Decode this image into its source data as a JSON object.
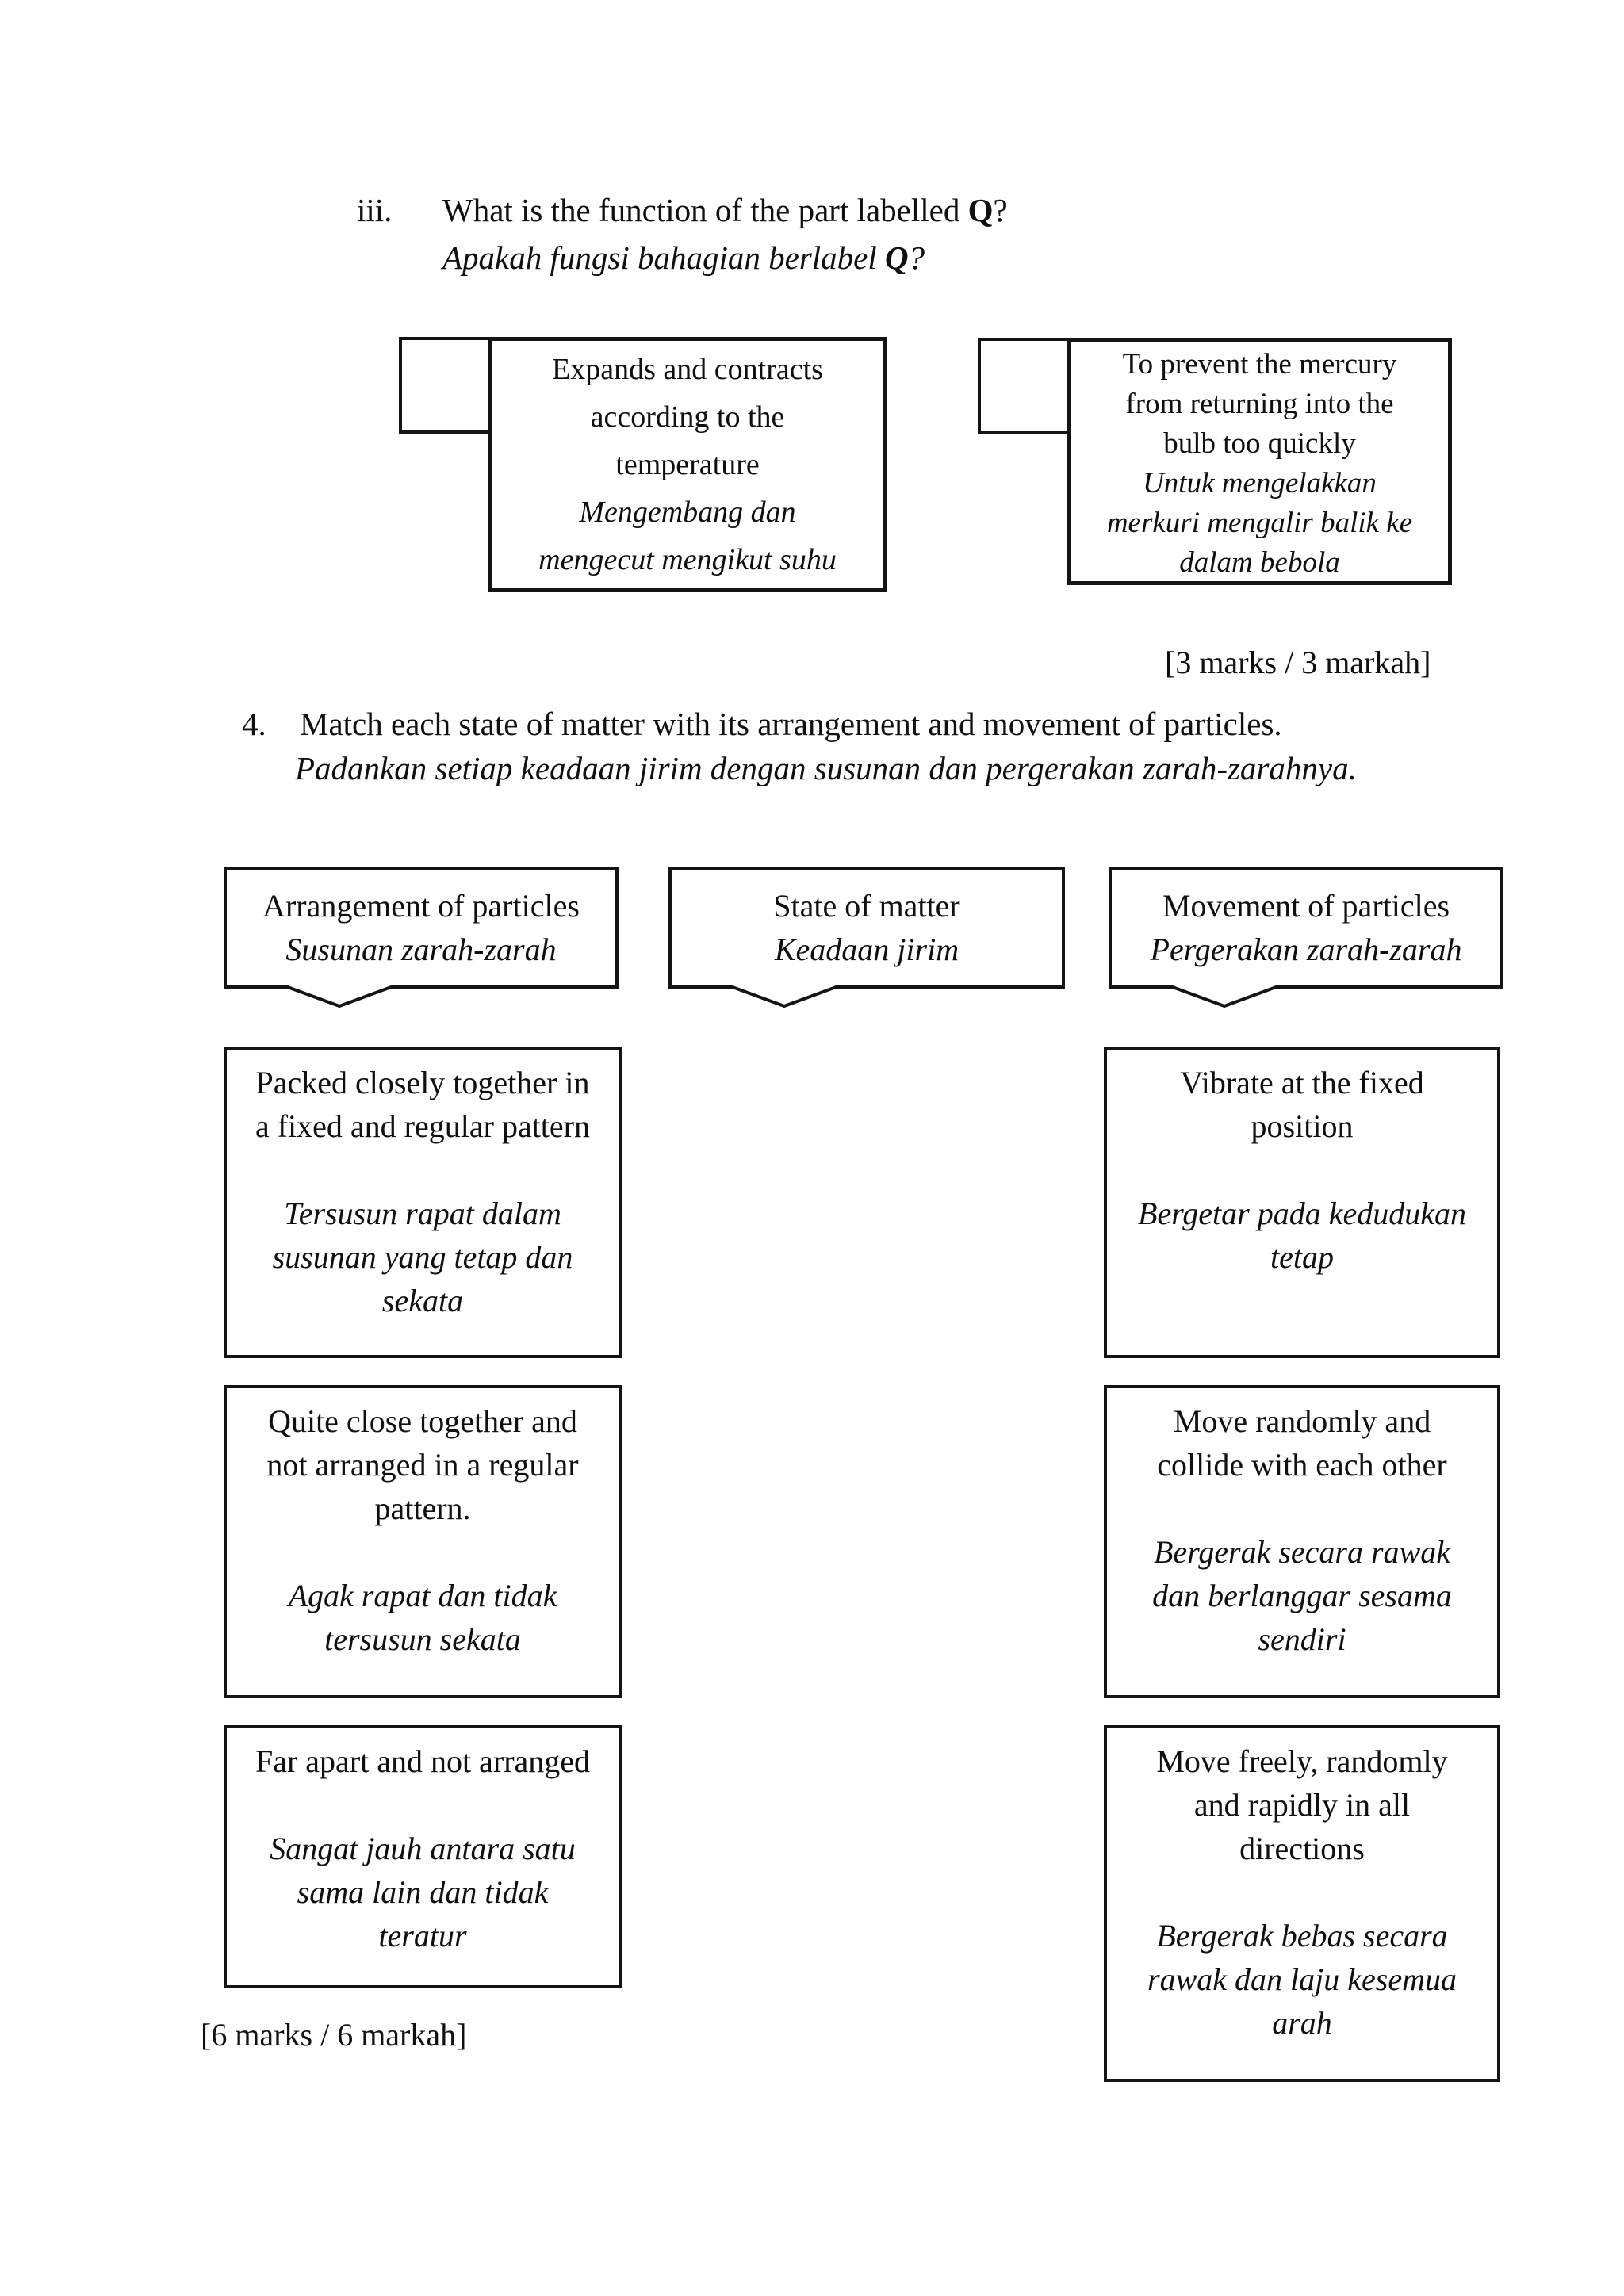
{
  "colors": {
    "ink": "#141414",
    "paper": "#ffffff"
  },
  "q3": {
    "number": "iii.",
    "question_en_prefix": "What is the function of the part labelled ",
    "question_en_q": "Q",
    "question_en_suffix": "?",
    "question_ms_prefix": "Apakah fungsi bahagian berlabel ",
    "question_ms_q": "Q",
    "question_ms_suffix": "?",
    "options": [
      {
        "en_lines": [
          "Expands and contracts",
          "according to the",
          "temperature"
        ],
        "ms_lines": [
          "Mengembang dan",
          "mengecut mengikut suhu"
        ]
      },
      {
        "en_lines": [
          "To prevent the mercury",
          "from returning into the",
          "bulb too quickly"
        ],
        "ms_lines": [
          "Untuk mengelakkan",
          "merkuri mengalir balik ke",
          "dalam bebola"
        ]
      }
    ],
    "marks": "[3 marks / 3 markah]"
  },
  "q4": {
    "number": "4.",
    "question_en": "Match each state of matter with its arrangement and movement of particles.",
    "question_ms": "Padankan setiap keadaan jirim dengan susunan dan pergerakan zarah-zarahnya.",
    "headers": [
      {
        "en": "Arrangement of particles",
        "ms": "Susunan zarah-zarah"
      },
      {
        "en": "State of matter",
        "ms": "Keadaan jirim"
      },
      {
        "en": "Movement of particles",
        "ms": "Pergerakan zarah-zarah"
      }
    ],
    "left_items": [
      {
        "en_lines": [
          "Packed closely together in",
          "a fixed and regular pattern"
        ],
        "ms_lines": [
          "Tersusun rapat dalam",
          "susunan yang tetap dan",
          "sekata"
        ]
      },
      {
        "en_lines": [
          "Quite close together and",
          "not arranged in a regular",
          "pattern."
        ],
        "ms_lines": [
          "Agak rapat dan tidak",
          "tersusun sekata"
        ]
      },
      {
        "en_lines": [
          "Far apart and not arranged"
        ],
        "ms_lines": [
          "Sangat jauh antara satu",
          "sama lain dan tidak",
          "teratur"
        ]
      }
    ],
    "right_items": [
      {
        "en_lines": [
          "Vibrate at the fixed",
          "position"
        ],
        "ms_lines": [
          "Bergetar pada kedudukan",
          "tetap"
        ]
      },
      {
        "en_lines": [
          "Move randomly and",
          "collide with each other"
        ],
        "ms_lines": [
          "Bergerak secara rawak",
          "dan berlanggar sesama",
          "sendiri"
        ]
      },
      {
        "en_lines": [
          "Move freely, randomly",
          "and rapidly in all",
          "directions"
        ],
        "ms_lines": [
          "Bergerak bebas secara",
          "rawak dan laju kesemua",
          "arah"
        ]
      }
    ],
    "marks": "[6 marks / 6 markah]"
  }
}
